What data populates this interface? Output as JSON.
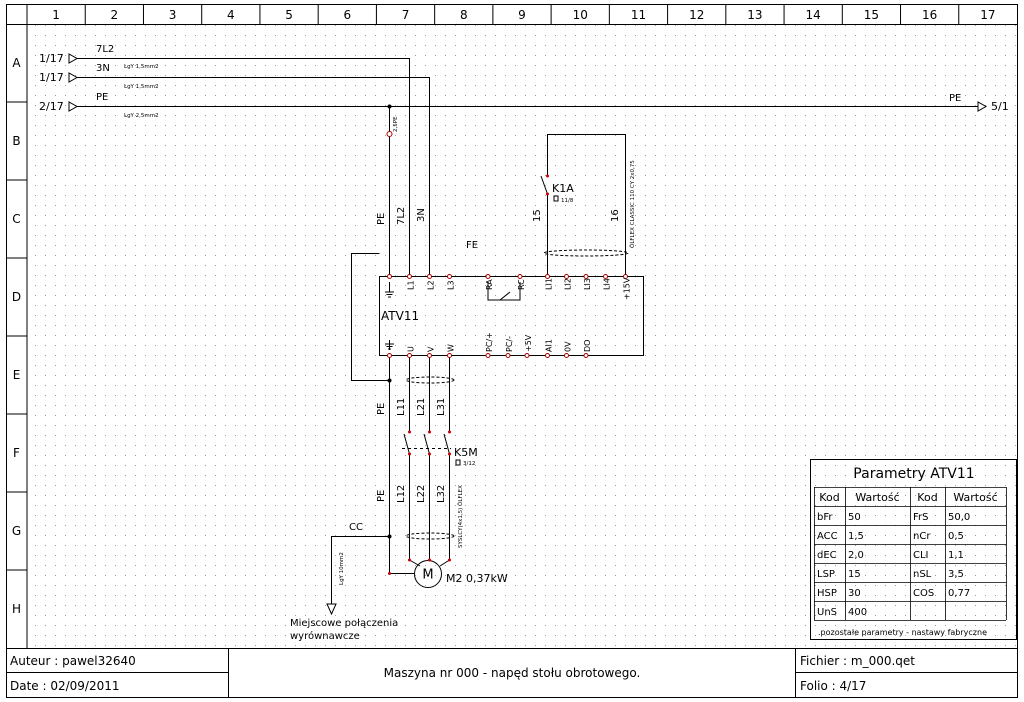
{
  "grid": {
    "columns": [
      "1",
      "2",
      "3",
      "4",
      "5",
      "6",
      "7",
      "8",
      "9",
      "10",
      "11",
      "12",
      "13",
      "14",
      "15",
      "16",
      "17"
    ],
    "rows": [
      "A",
      "B",
      "C",
      "D",
      "E",
      "F",
      "G",
      "H"
    ]
  },
  "inputs": [
    {
      "ref": "1/17",
      "net": "7L2",
      "cable": "LgY 1,5mm2"
    },
    {
      "ref": "1/17",
      "net": "3N",
      "cable": "LgY 1,5mm2"
    },
    {
      "ref": "2/17",
      "net": "PE",
      "cable": "LgY 2,5mm2"
    }
  ],
  "pe_out": {
    "net": "PE",
    "ref": "5/1"
  },
  "pe_tap_label": "2,5PE",
  "vertical_labels": {
    "pe": "PE",
    "l2": "7L2",
    "n": "3N",
    "w15": "15",
    "w16": "16"
  },
  "control_cable": "ÖLFLEX CLASSIC 110 CY 2x0,75",
  "contact": {
    "name": "K1A",
    "ref": "11/8"
  },
  "fe_label": "FE",
  "drive": {
    "name": "ATV11",
    "top_terminals": [
      "L1",
      "L2",
      "L3",
      "RA",
      "RC",
      "LI1",
      "LI2",
      "LI3",
      "LI4",
      "+15V"
    ],
    "bottom_terminals": [
      "U",
      "V",
      "W",
      "PC/+",
      "PC/-",
      "+5V",
      "AI1",
      "0V",
      "DO"
    ]
  },
  "motor_cable_top": {
    "pe": "PE",
    "l1": "L11",
    "l2": "L21",
    "l3": "L31"
  },
  "contactor": {
    "name": "K5M",
    "ref": "3/12"
  },
  "motor_cable_bottom": {
    "pe": "PE",
    "l1": "L12",
    "l2": "L22",
    "l3": "L32"
  },
  "motor_cable_spec": "SYSLCY(4x1,5) ÖLFLEX",
  "cc_label": "CC",
  "cc_cable": "LgY 10mm2",
  "motor": {
    "symbol": "M",
    "label": "M2 0,37kW"
  },
  "equipot": [
    "Miejscowe połączenia",
    "wyrównawcze"
  ],
  "param_table": {
    "title": "Parametry ATV11",
    "headers": [
      "Kod",
      "Wartość",
      "Kod",
      "Wartość"
    ],
    "rows": [
      [
        "bFr",
        "50",
        "FrS",
        "50,0"
      ],
      [
        "ACC",
        "1,5",
        "nCr",
        "0,5"
      ],
      [
        "dEC",
        "2,0",
        "CLI",
        "1,1"
      ],
      [
        "LSP",
        "15",
        "nSL",
        "3,5"
      ],
      [
        "HSP",
        "30",
        "COS",
        "0,77"
      ],
      [
        "UnS",
        "400",
        "",
        ""
      ]
    ],
    "note": ".pozostałe parametry - nastawy fabryczne"
  },
  "titleblock": {
    "author": "Auteur : pawel32640",
    "date": "Date : 02/09/2011",
    "title": "Maszyna nr 000 - napęd stołu obrotowego.",
    "file": "Fichier : m_000.qet",
    "folio": "Folio : 4/17"
  }
}
